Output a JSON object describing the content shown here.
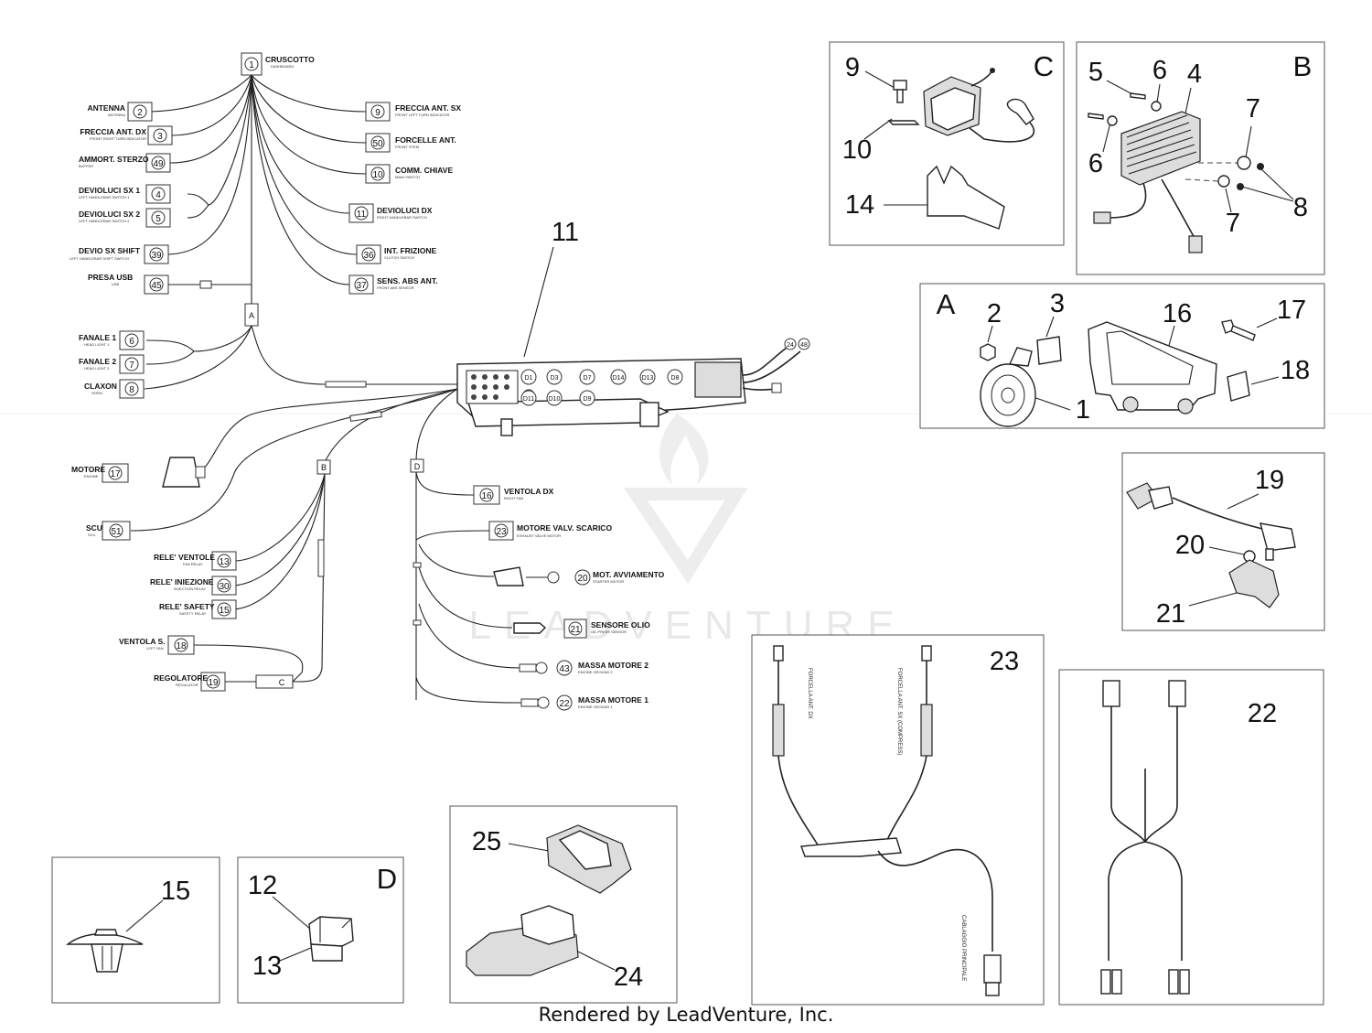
{
  "wiring_labels": {
    "dashboard": {
      "num": "1",
      "label": "CRUSCOTTO",
      "sub": "DASHBOARD"
    },
    "antenna": {
      "num": "2",
      "label": "ANTENNA",
      "sub": "ANTENNA"
    },
    "front_right_ind": {
      "num": "3",
      "label": "FRECCIA ANT. DX",
      "sub": "FRONT RIGHT TURN INDICATOR"
    },
    "steering_damper": {
      "num": "49",
      "label": "AMMORT. STERZO",
      "sub": "BUFFER"
    },
    "left_switch_1": {
      "num": "4",
      "label": "DEVIOLUCI SX 1",
      "sub": "LEFT HANDLEBAR SWITCH 1"
    },
    "left_switch_2": {
      "num": "5",
      "label": "DEVIOLUCI SX 2",
      "sub": "LEFT HANDLEBAR SWITCH 2"
    },
    "left_shift_switch": {
      "num": "39",
      "label": "DEVIO SX SHIFT",
      "sub": "LEFT HANDLEBAR SHIFT SWITCH"
    },
    "usb_socket": {
      "num": "45",
      "label": "PRESA USB",
      "sub": "USB"
    },
    "head_light_1": {
      "num": "6",
      "label": "FANALE 1",
      "sub": "HEAD LIGHT 1"
    },
    "head_light_2": {
      "num": "7",
      "label": "FANALE 2",
      "sub": "HEAD LIGHT 2"
    },
    "horn": {
      "num": "8",
      "label": "CLAXON",
      "sub": "HORN"
    },
    "front_left_ind": {
      "num": "9",
      "label": "FRECCIA ANT. SX",
      "sub": "FRONT LEFT TURN INDICATOR"
    },
    "front_stem": {
      "num": "50",
      "label": "FORCELLE ANT.",
      "sub": "FRONT STEM"
    },
    "key_switch": {
      "num": "10",
      "label": "COMM. CHIAVE",
      "sub": "MAIN SWITCH"
    },
    "right_switch": {
      "num": "11",
      "label": "DEVIOLUCI DX",
      "sub": "RIGHT HANDLEBAR SWITCH"
    },
    "clutch_switch": {
      "num": "36",
      "label": "INT. FRIZIONE",
      "sub": "CLUTCH SWITCH"
    },
    "abs_sensor": {
      "num": "37",
      "label": "SENS. ABS ANT.",
      "sub": "FRONT ABS SENSOR"
    },
    "engine": {
      "num": "17",
      "label": "MOTORE",
      "sub": "ENGINE"
    },
    "scu": {
      "num": "51",
      "label": "SCU",
      "sub": "SCU"
    },
    "fan_relay": {
      "num": "13",
      "label": "RELE' VENTOLE",
      "sub": "FAN RELAY"
    },
    "injection_relay": {
      "num": "30",
      "label": "RELE' INIEZIONE",
      "sub": "INJECTION RELAY"
    },
    "safety_relay": {
      "num": "15",
      "label": "RELE' SAFETY",
      "sub": "SAFETY RELAY"
    },
    "left_fan": {
      "num": "18",
      "label": "VENTOLA S.",
      "sub": "LEFT FAN"
    },
    "regulator": {
      "num": "19",
      "label": "REGOLATORE",
      "sub": "REGULATOR"
    },
    "right_fan": {
      "num": "16",
      "label": "VENTOLA DX",
      "sub": "RIGHT FAN"
    },
    "exhaust_valve": {
      "num": "23",
      "label": "MOTORE VALV. SCARICO",
      "sub": "EXHAUST VALVE MOTOR"
    },
    "starter_motor": {
      "num": "20",
      "label": "MOT. AVVIAMENTO",
      "sub": "STARTER MOTOR"
    },
    "oil_sensor": {
      "num": "21",
      "label": "SENSORE OLIO",
      "sub": "OIL PRESS SENSOR"
    },
    "engine_ground_2": {
      "num": "43",
      "label": "MASSA MOTORE 2",
      "sub": "ENGINE GROUND 2"
    },
    "engine_ground_1": {
      "num": "22",
      "label": "MASSA MOTORE 1",
      "sub": "ENGINE GROUND 1"
    }
  },
  "junctions": {
    "a": "A",
    "b": "B",
    "c": "C",
    "d": "D"
  },
  "fuse_labels": [
    "D1",
    "D3",
    "D7",
    "D14",
    "D13",
    "D8",
    "D11",
    "D10",
    "D9"
  ],
  "harness_end_tags": [
    "24",
    "48"
  ],
  "callouts": {
    "main_harness": "11",
    "panel_c": {
      "letter": "C",
      "nums": [
        "9",
        "10",
        "14"
      ]
    },
    "panel_b": {
      "letter": "B",
      "nums": [
        "5",
        "6",
        "4",
        "6",
        "7",
        "8",
        "7"
      ]
    },
    "panel_a": {
      "letter": "A",
      "nums": [
        "2",
        "3",
        "16",
        "17",
        "18",
        "1"
      ]
    },
    "panel_sensor": {
      "nums": [
        "19",
        "20",
        "21"
      ]
    },
    "panel_23": {
      "num": "23",
      "text_1": "FORCELLA ANT. DX",
      "text_2": "FORCELLA ANT. SX (COMPRESS)",
      "text_3": "CABLAGGIO PRINCIPALE"
    },
    "panel_22": {
      "num": "22"
    },
    "panel_25_24": {
      "nums": [
        "25",
        "24"
      ]
    },
    "panel_15": {
      "num": "15"
    },
    "panel_d": {
      "letter": "D",
      "nums": [
        "12",
        "13"
      ]
    }
  },
  "watermark": "LEADVENTURE",
  "footer": "Rendered by LeadVenture, Inc."
}
